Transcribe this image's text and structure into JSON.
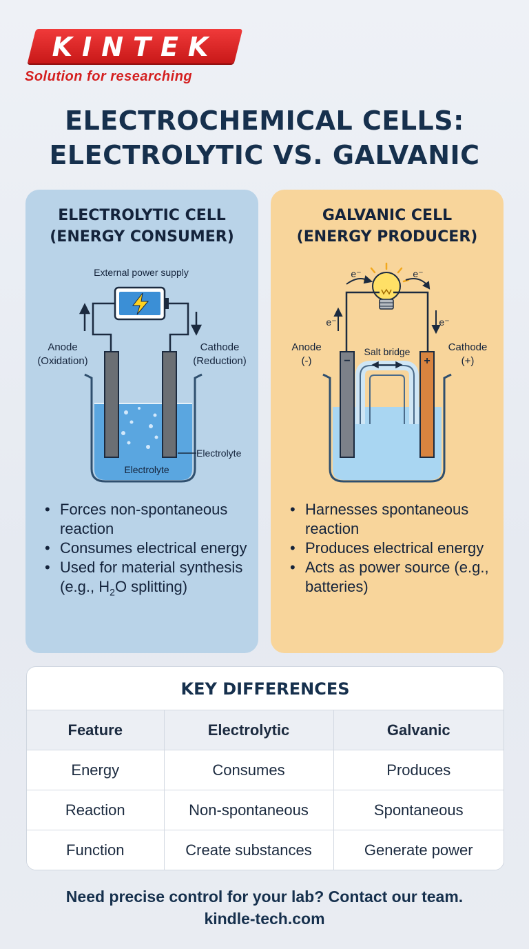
{
  "brand": {
    "logo_text": "KINTEK",
    "tagline": "Solution for researching"
  },
  "title": {
    "line1": "ELECTROCHEMICAL CELLS:",
    "line2": "ELECTROLYTIC VS. GALVANIC"
  },
  "electrolytic": {
    "heading_line1": "ELECTROLYTIC CELL",
    "heading_line2": "(ENERGY CONSUMER)",
    "diagram": {
      "power_label": "External power supply",
      "anode_label": "Anode",
      "anode_sub": "(Oxidation)",
      "cathode_label": "Cathode",
      "cathode_sub": "(Reduction)",
      "electrolyte_side": "Electrolyte",
      "electrolyte_bottom": "Electrolyte"
    },
    "bullets": [
      "Forces non-spontaneous reaction",
      "Consumes electrical energy"
    ],
    "bullet3_prefix": "Used for material synthesis (e.g., H",
    "bullet3_sub": "2",
    "bullet3_suffix": "O splitting)"
  },
  "galvanic": {
    "heading_line1": "GALVANIC CELL",
    "heading_line2": "(ENERGY PRODUCER)",
    "diagram": {
      "electron_label": "e⁻",
      "anode_label": "Anode",
      "anode_sub": "(-)",
      "cathode_label": "Cathode",
      "cathode_sub": "(+)",
      "salt_bridge": "Salt bridge",
      "minus_sign": "−",
      "plus_sign": "+"
    },
    "bullets": [
      "Harnesses spontaneous reaction",
      "Produces electrical energy",
      "Acts as power source (e.g., batteries)"
    ]
  },
  "key_differences": {
    "title": "KEY DIFFERENCES",
    "headers": [
      "Feature",
      "Electrolytic",
      "Galvanic"
    ],
    "rows": [
      [
        "Energy",
        "Consumes",
        "Produces"
      ],
      [
        "Reaction",
        "Non-spontaneous",
        "Spontaneous"
      ],
      [
        "Function",
        "Create substances",
        "Generate power"
      ]
    ]
  },
  "cta": {
    "line1": "Need precise control for your lab? Contact our team.",
    "line2": "kindle-tech.com"
  },
  "colors": {
    "electrolytic_panel": "#b9d3e8",
    "galvanic_panel": "#f8d59b",
    "brand_red": "#d41f1f",
    "navy": "#16304d"
  }
}
